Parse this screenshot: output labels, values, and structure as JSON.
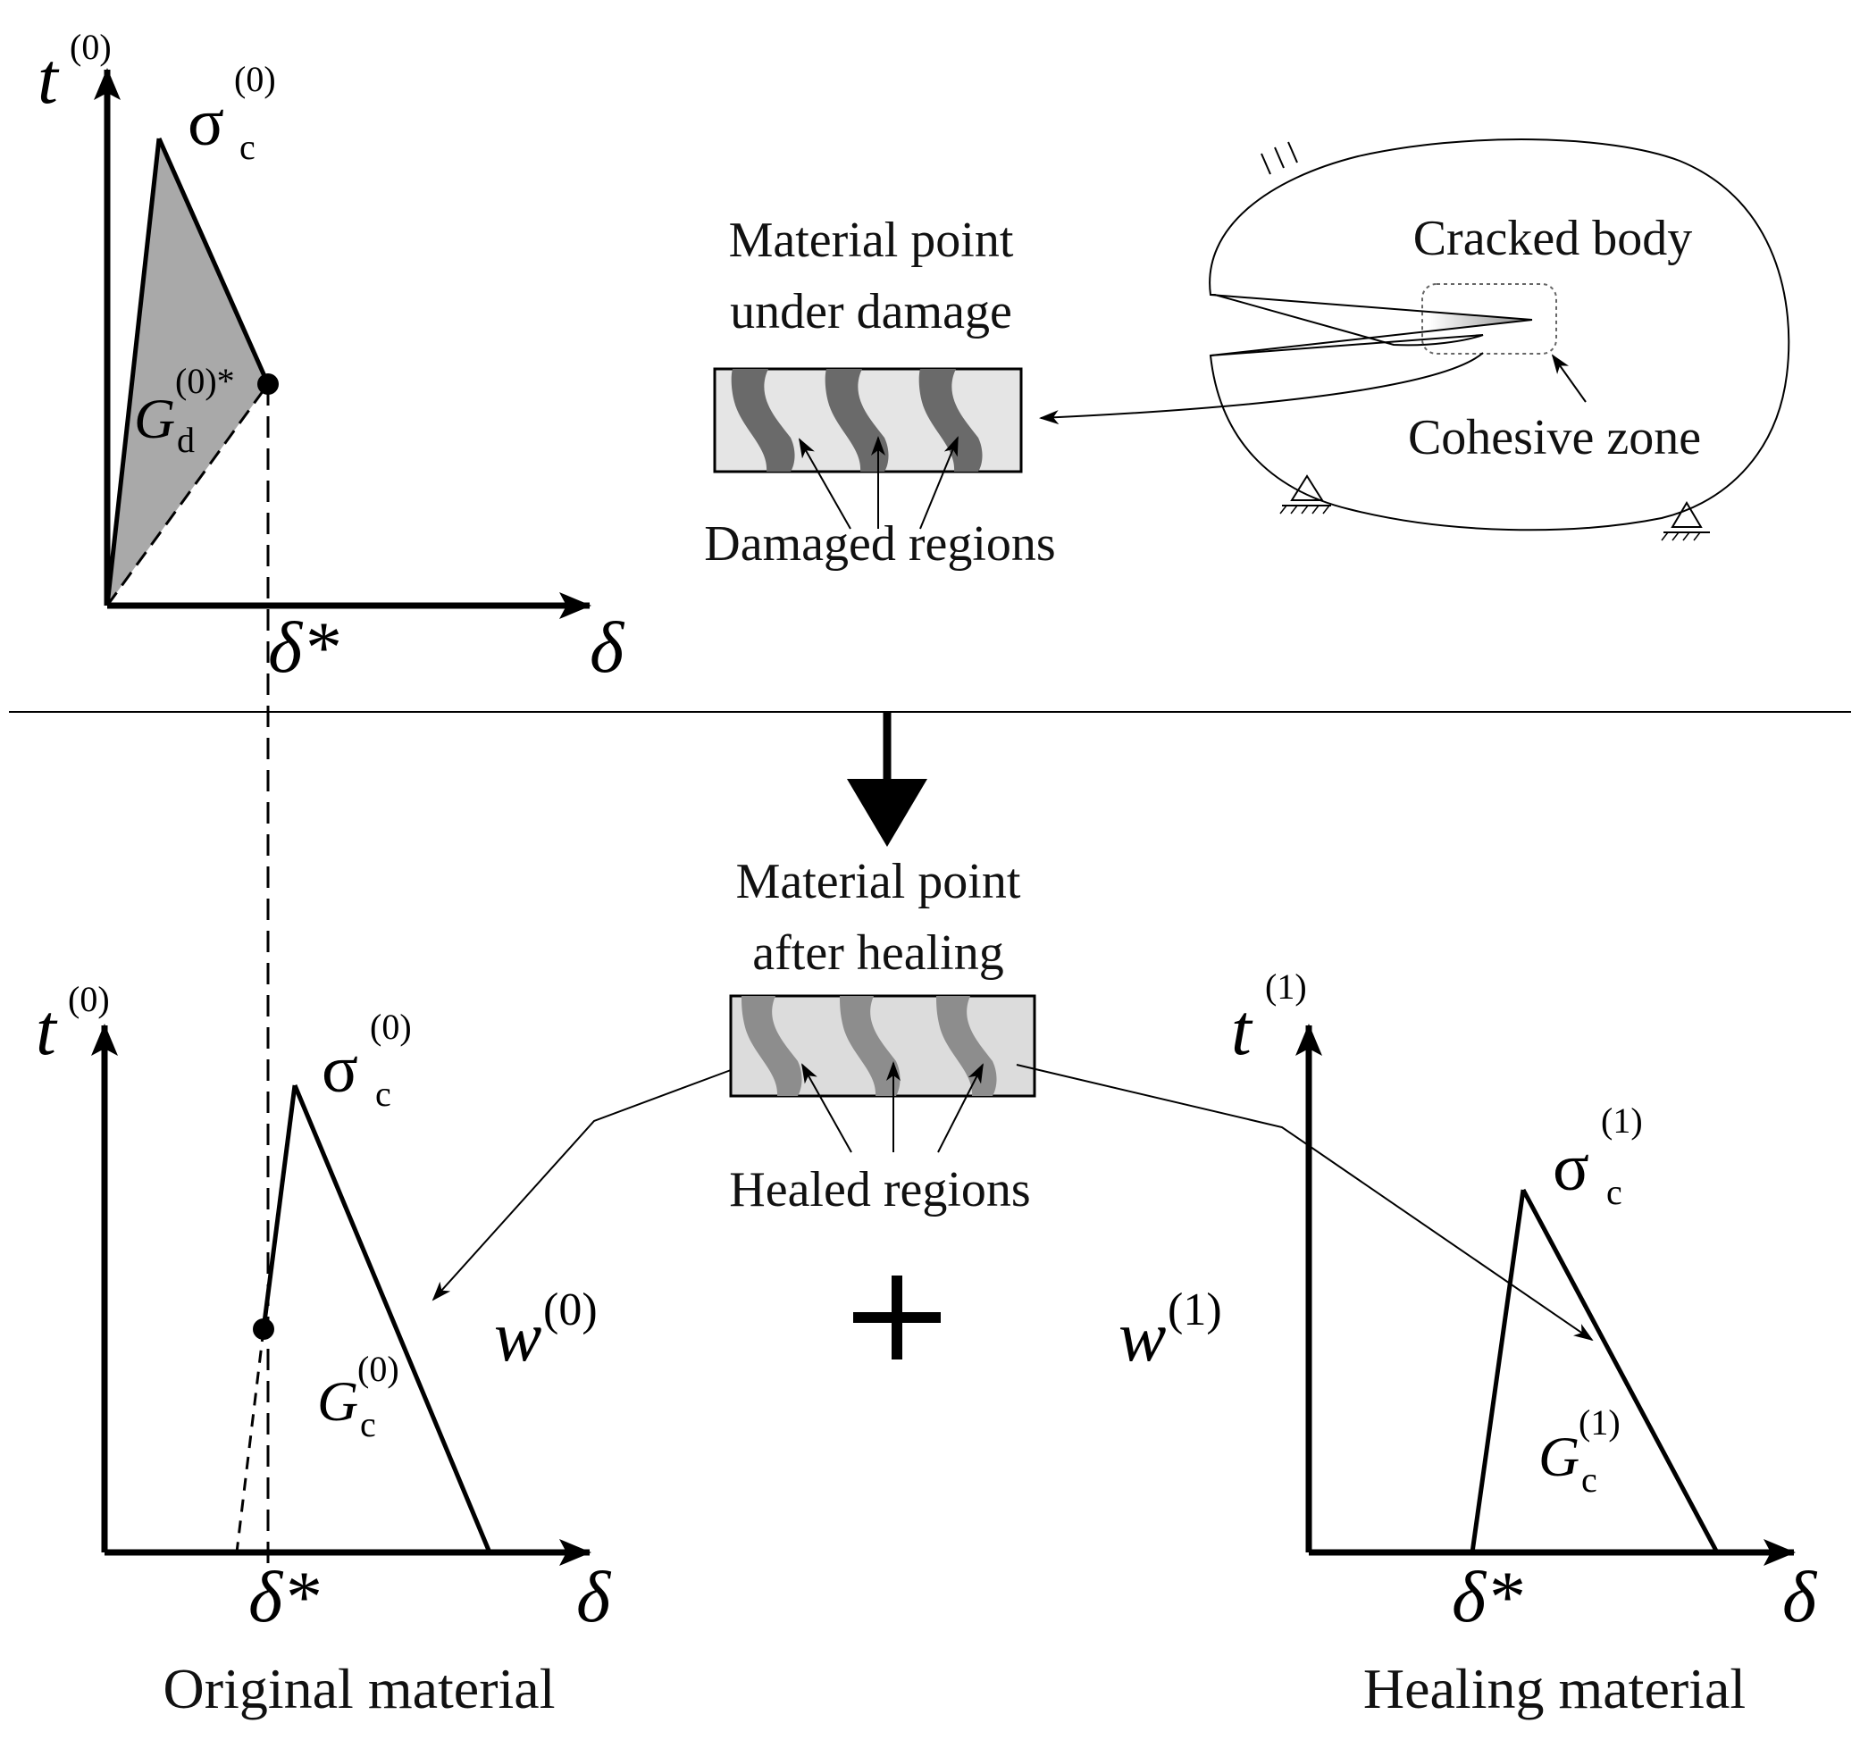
{
  "top_panel": {
    "axis_t": "t",
    "axis_t_sup": "(0)",
    "axis_delta": "δ",
    "delta_star": "δ*",
    "sigma": "σ",
    "sigma_sub": "c",
    "sigma_sup": "(0)",
    "gd": "G",
    "gd_sub": "d",
    "gd_sup": "(0)*"
  },
  "damage_block": {
    "title_line1": "Material point",
    "title_line2": "under damage",
    "caption": "Damaged regions"
  },
  "cracked_body": {
    "label": "Cracked body",
    "zone_label": "Cohesive zone"
  },
  "healing_block": {
    "title_line1": "Material point",
    "title_line2": "after healing",
    "caption": "Healed regions"
  },
  "plus": "+",
  "w0": {
    "base": "w",
    "sup": "(0)"
  },
  "w1": {
    "base": "w",
    "sup": "(1)"
  },
  "left_panel": {
    "axis_t": "t",
    "axis_t_sup": "(0)",
    "axis_delta": "δ",
    "delta_star": "δ*",
    "sigma": "σ",
    "sigma_sub": "c",
    "sigma_sup": "(0)",
    "gc": "G",
    "gc_sub": "c",
    "gc_sup": "(0)",
    "caption": "Original material"
  },
  "right_panel": {
    "axis_t": "t",
    "axis_t_sup": "(1)",
    "axis_delta": "δ",
    "delta_star": "δ*",
    "sigma": "σ",
    "sigma_sub": "c",
    "sigma_sup": "(1)",
    "gc": "G",
    "gc_sub": "c",
    "gc_sup": "(1)",
    "caption": "Healing material"
  }
}
